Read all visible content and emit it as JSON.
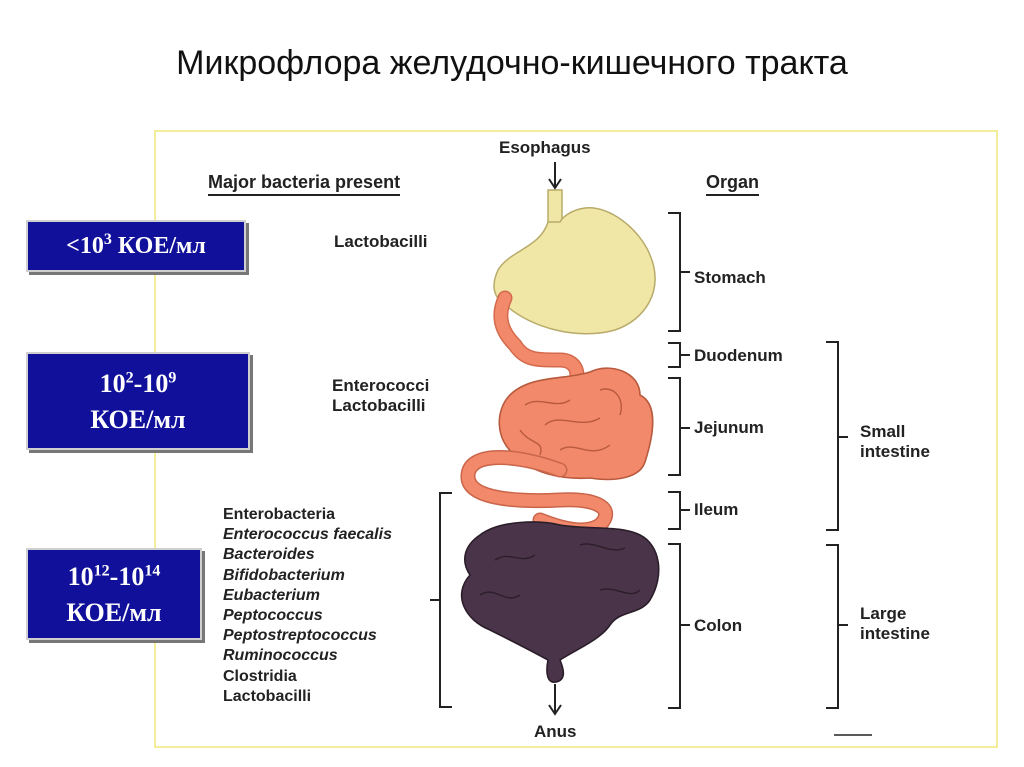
{
  "title": "Микрофлора желудочно-кишечного тракта",
  "diagram": {
    "header_bacteria": "Major bacteria present",
    "header_organ": "Organ",
    "esophagus": "Esophagus",
    "anus": "Anus",
    "stomach_bacteria": "Lactobacilli",
    "small_bacteria": [
      "Enterococci",
      "Lactobacilli"
    ],
    "colon_bacteria": [
      {
        "text": "Enterobacteria",
        "italic": false
      },
      {
        "text": "Enterococcus faecalis",
        "italic": true
      },
      {
        "text": "Bacteroides",
        "italic": true
      },
      {
        "text": "Bifidobacterium",
        "italic": true
      },
      {
        "text": "Eubacterium",
        "italic": true
      },
      {
        "text": "Peptococcus",
        "italic": true
      },
      {
        "text": "Peptostreptococcus",
        "italic": true
      },
      {
        "text": "Ruminococcus",
        "italic": true
      },
      {
        "text": "Clostridia",
        "italic": false
      },
      {
        "text": "Lactobacilli",
        "italic": false
      }
    ],
    "organs": {
      "stomach": "Stomach",
      "duodenum": "Duodenum",
      "jejunum": "Jejunum",
      "ileum": "Ileum",
      "colon": "Colon"
    },
    "groups": {
      "small": [
        "Small",
        "intestine"
      ],
      "large": [
        "Large",
        "intestine"
      ]
    }
  },
  "boxes": {
    "stomach": {
      "lt": "<",
      "base1": "10",
      "exp1": "3",
      "unit": "КОЕ/мл"
    },
    "small": {
      "base1": "10",
      "exp1": "2",
      "dash": "-",
      "base2": "10",
      "exp2": "9",
      "unit": "КОЕ/мл"
    },
    "large": {
      "base1": "10",
      "exp1": "12",
      "dash": "-",
      "base2": "10",
      "exp2": "14",
      "unit": "КОЕ/мл"
    }
  },
  "colors": {
    "box_bg": "#10109a",
    "stomach": "#f0e6a6",
    "small_intestine": "#f2896a",
    "colon": "#4a3449",
    "frame": "#f3ee9a"
  }
}
